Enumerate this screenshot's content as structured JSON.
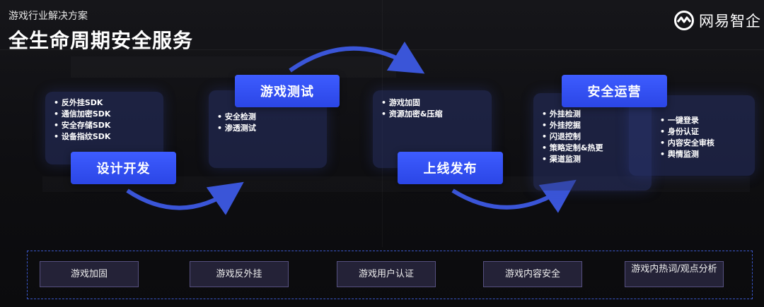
{
  "header": {
    "subtitle": "游戏行业解决方案",
    "title": "全生命周期安全服务",
    "logo_text": "网易智企"
  },
  "stages": [
    {
      "label": "设计开发",
      "items": [
        "反外挂SDK",
        "通信加密SDK",
        "安全存储SDK",
        "设备指纹SDK"
      ]
    },
    {
      "label": "游戏测试",
      "items": [
        "安全检测",
        "渗透测试"
      ]
    },
    {
      "label": "上线发布",
      "items": [
        "游戏加固",
        "资源加密&压缩"
      ]
    },
    {
      "label": "安全运营",
      "items": [
        "外挂检测",
        "外挂挖掘",
        "闪退控制",
        "策略定制&热更",
        "渠道监测"
      ],
      "items_extra": [
        "一键登录",
        "身份认证",
        "内容安全审核",
        "舆情监测"
      ]
    }
  ],
  "bottom_tags": [
    "游戏加固",
    "游戏反外挂",
    "游戏用户认证",
    "游戏内容安全",
    "游戏内热词/观点分析"
  ],
  "colors": {
    "stage_button": "#2f4cf0",
    "arrow": "#3a55d8",
    "panel": "#2c3878",
    "tag_border": "#565080",
    "bottom_border": "#3a57c9"
  }
}
